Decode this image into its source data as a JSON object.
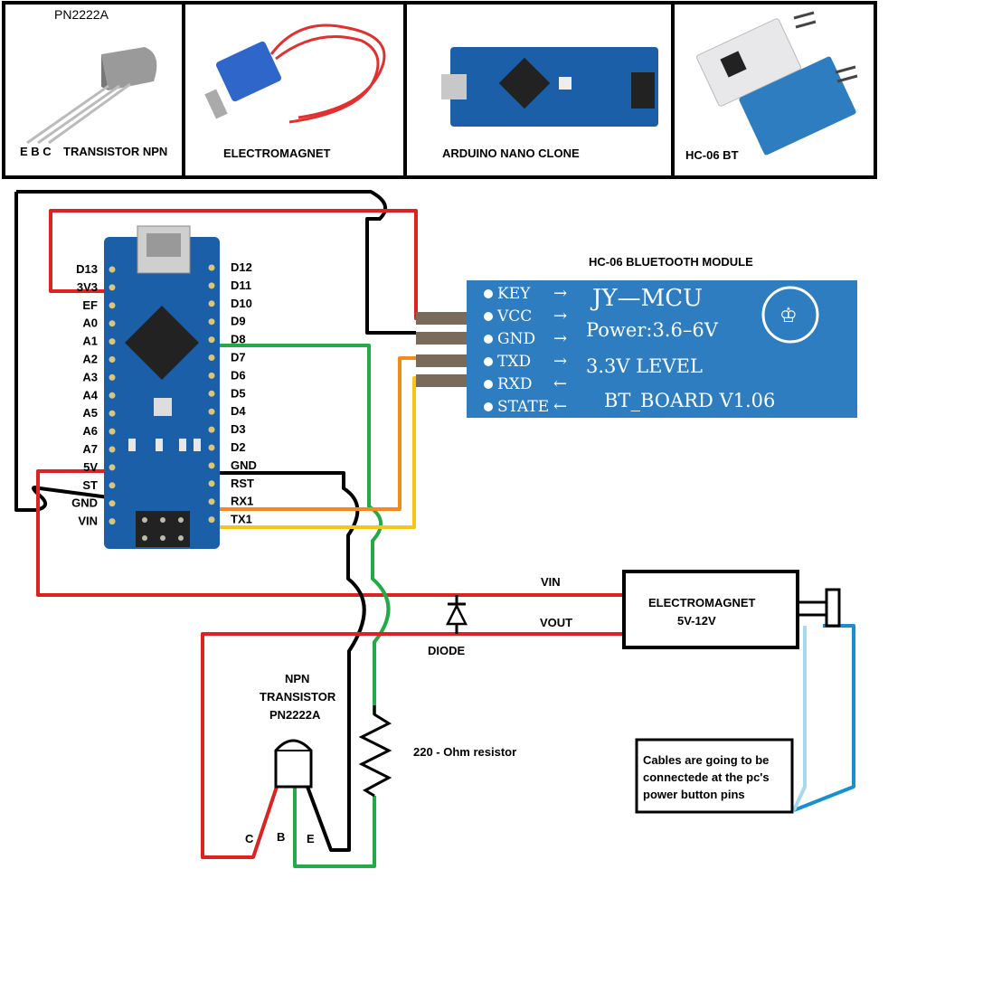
{
  "header_panels": [
    {
      "title": "PN2222A",
      "caption": "TRANSISTOR NPN",
      "pin_letters": "E B C"
    },
    {
      "caption": "ELECTROMAGNET"
    },
    {
      "caption": "ARDUINO NANO CLONE"
    },
    {
      "caption": "HC-06  BT"
    }
  ],
  "arduino": {
    "left_pins": [
      "D13",
      "3V3",
      "EF",
      "A0",
      "A1",
      "A2",
      "A3",
      "A4",
      "A5",
      "A6",
      "A7",
      "5V",
      "ST",
      "GND",
      "VIN"
    ],
    "right_pins": [
      "D12",
      "D11",
      "D10",
      "D9",
      "D8",
      "D7",
      "D6",
      "D5",
      "D4",
      "D3",
      "D2",
      "GND",
      "RST",
      "RX1",
      "TX1"
    ]
  },
  "bt_module": {
    "title": "HC-06   BLUETOOTH MODULE",
    "pins": [
      "KEY",
      "VCC",
      "GND",
      "TXD",
      "RXD",
      "STATE"
    ],
    "lines": [
      "JY—MCU",
      "Power:3.6–6V",
      "3.3V  LEVEL",
      "BT_BOARD  V1.06"
    ]
  },
  "electromagnet": {
    "line1": "ELECTROMAGNET",
    "line2": "5V-12V"
  },
  "wire_labels": {
    "vin": "VIN",
    "vout": "VOUT"
  },
  "diode_label": "DIODE",
  "transistor": {
    "line1": "NPN",
    "line2": "TRANSISTOR",
    "line3": "PN2222A",
    "pins": [
      "C",
      "B",
      "E"
    ]
  },
  "resistor_label": "220 - Ohm resistor",
  "note": {
    "line1": "Cables are going to be",
    "line2": "connectede at the pc's",
    "line3": "power button pins"
  },
  "colors": {
    "red": "#dd2222",
    "black": "#000000",
    "green": "#22aa44",
    "orange": "#f28a1e",
    "yellow": "#f5c518",
    "blue_dark": "#1a8fd0",
    "blue_light": "#a6d8ee",
    "board_blue": "#1a5fa8",
    "bt_blue": "#2d7dc0"
  }
}
